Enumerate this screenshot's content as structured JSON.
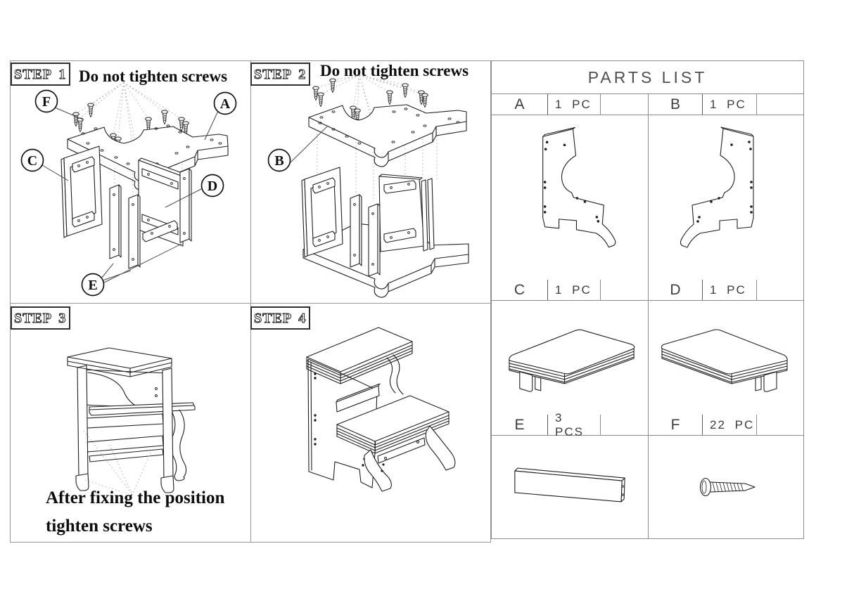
{
  "colors": {
    "line": "#1f1f1f",
    "grid": "#8c8c8c",
    "dotted": "#b8b8b8",
    "paper": "#ffffff"
  },
  "steps": [
    {
      "label": "STEP 1",
      "note": "Do not tighten screws",
      "callouts": [
        "F",
        "A",
        "C",
        "D",
        "E"
      ]
    },
    {
      "label": "STEP 2",
      "note": "Do not tighten screws",
      "callouts": [
        "B"
      ]
    },
    {
      "label": "STEP 3",
      "note_line1": "After fixing the position",
      "note_line2": "tighten screws"
    },
    {
      "label": "STEP 4"
    }
  ],
  "parts_list": {
    "title": "PARTS LIST",
    "parts": [
      {
        "letter": "A",
        "qty": "1 PC",
        "image": "side-panel-left"
      },
      {
        "letter": "B",
        "qty": "1 PC",
        "image": "side-panel-right"
      },
      {
        "letter": "C",
        "qty": "1 PC",
        "image": "step-board-left"
      },
      {
        "letter": "D",
        "qty": "1 PC",
        "image": "step-board-right"
      },
      {
        "letter": "E",
        "qty": "3 PCS",
        "image": "back-slat"
      },
      {
        "letter": "F",
        "qty": "22 PC",
        "image": "screw"
      }
    ]
  }
}
